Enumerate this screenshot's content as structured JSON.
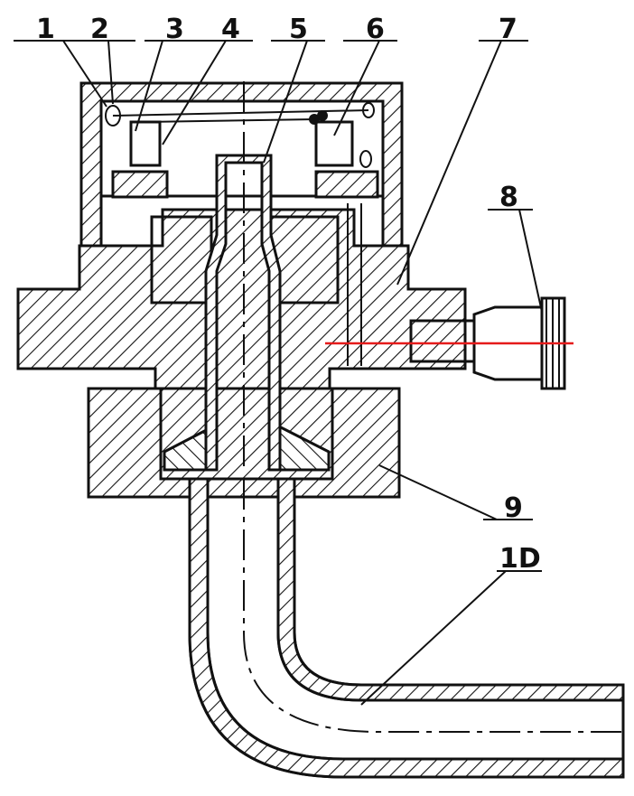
{
  "callouts": [
    {
      "id": "1",
      "label": "1"
    },
    {
      "id": "2",
      "label": "2"
    },
    {
      "id": "3",
      "label": "3"
    },
    {
      "id": "4",
      "label": "4"
    },
    {
      "id": "5",
      "label": "5"
    },
    {
      "id": "6",
      "label": "6"
    },
    {
      "id": "7",
      "label": "7"
    },
    {
      "id": "8",
      "label": "8"
    },
    {
      "id": "9",
      "label": "9"
    },
    {
      "id": "10",
      "label": "1D"
    }
  ],
  "colors": {
    "line": "#111111",
    "red_centerline": "#e51b1b",
    "background": "#ffffff"
  }
}
